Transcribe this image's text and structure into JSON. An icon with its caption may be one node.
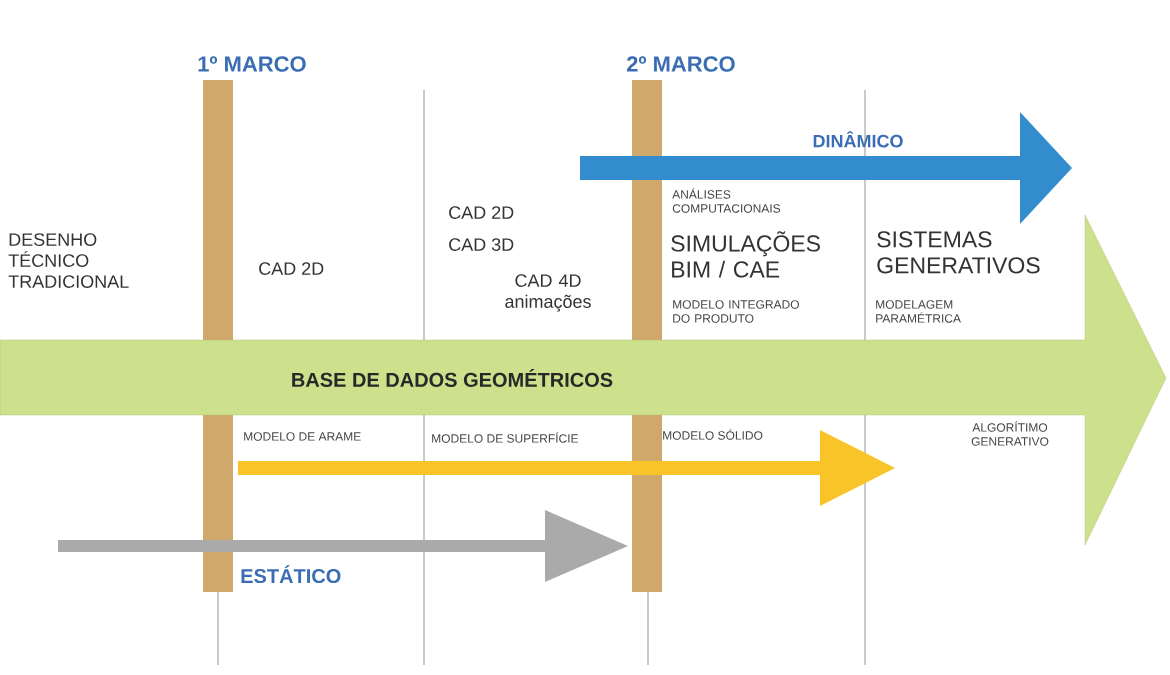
{
  "diagram": {
    "nodes": [
      {
        "text": [
          "1º MARCO"
        ]
      },
      {
        "text": [
          "2º MARCO"
        ]
      },
      {
        "text": [
          "BASE DE DADOS GEOMÉTRICOS"
        ]
      }
    ],
    "labels": [
      "DINÂMICO",
      "DESENHO TÉCNICO TRADICIONAL",
      "CAD 2D",
      "CAD 2D",
      "CAD 3D",
      "CAD 4D animações",
      "ANÁLISES COMPUTACIONAIS",
      "SIMULAÇÕES BIM / CAE",
      "MODELO INTEGRADO DO PRODUTO",
      "SISTEMAS GENERATIVOS",
      "MODELAGEM PARAMÉTRICA",
      "MODELO DE ARAME",
      "MODELO DE SUPERFÍCIE",
      "MODELO SÓLIDO",
      "ALGORÍTIMO GENERATIVO",
      "ESTÁTICO"
    ]
  }
}
